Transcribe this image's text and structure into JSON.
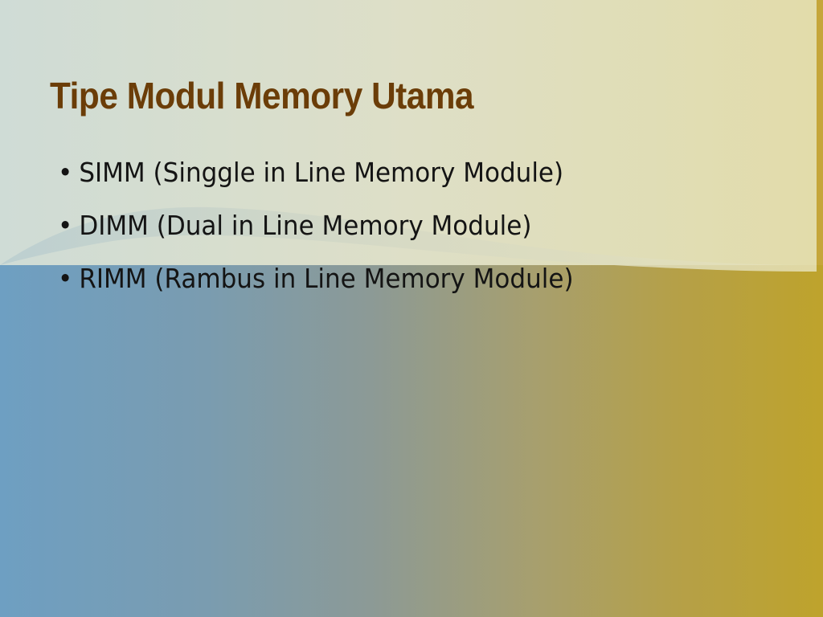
{
  "slide": {
    "title": "Tipe Modul Memory Utama",
    "bullet_symbol": "•",
    "bullets": [
      "SIMM (Singgle in Line Memory Module)",
      "DIMM (Dual in Line Memory Module)",
      "RIMM (Rambus in Line Memory Module)"
    ]
  },
  "colors": {
    "title": "#6b3d08",
    "body_text": "#141414",
    "background_left": "#6e9fc2",
    "background_right": "#bea32c",
    "top_panel": "#e4e2c4"
  }
}
